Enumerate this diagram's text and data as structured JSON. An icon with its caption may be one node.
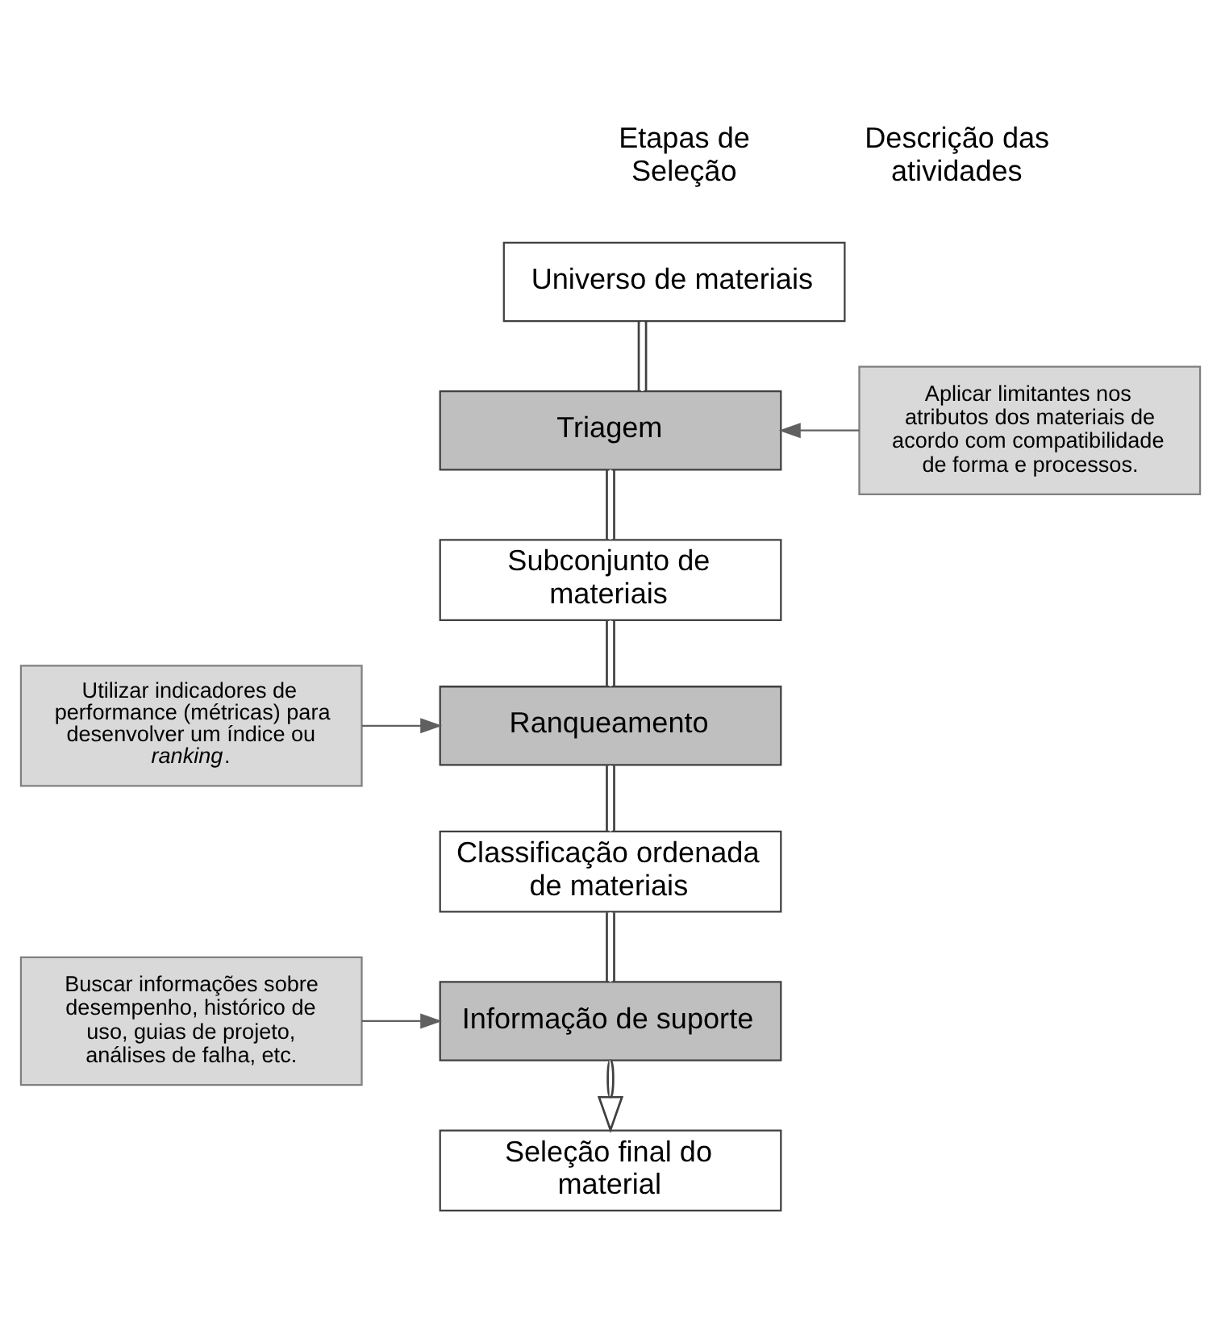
{
  "diagram": {
    "nodes": [
      {
        "text": [
          "Universo de materiais"
        ]
      },
      {
        "text": [
          "Triagem"
        ]
      },
      {
        "text": [
          "Subconjunto de materiais"
        ]
      },
      {
        "text": [
          "Ranqueamento"
        ]
      },
      {
        "text": [
          "Classificação ordenada de materiais"
        ]
      },
      {
        "text": [
          "Informação de suporte"
        ]
      },
      {
        "text": [
          "Seleção final do material"
        ]
      },
      {
        "text": [
          "Aplicar limitantes nos atributos dos materiais de acordo com compatibilidade de forma e processos."
        ]
      },
      {
        "text": [
          "Utilizar indicadores de performance (métricas) para desenvolver um índice ou *ranking*."
        ]
      },
      {
        "text": [
          "Buscar informações sobre desempenho, histórico de uso, guias de projeto, análises de falha, etc."
        ]
      }
    ],
    "edges": [
      {
        "from": 0,
        "to": 1,
        "arrow": "none"
      },
      {
        "from": 1,
        "to": 2,
        "arrow": "none"
      },
      {
        "from": 2,
        "to": 3,
        "arrow": "none"
      },
      {
        "from": 3,
        "to": 4,
        "arrow": "none"
      },
      {
        "from": 4,
        "to": 5,
        "arrow": "none"
      },
      {
        "from": 5,
        "to": 6,
        "arrow": "to"
      },
      {
        "from": 7,
        "to": 1,
        "arrow": "to",
        "color": "#606060"
      },
      {
        "from": 8,
        "to": 3,
        "arrow": "to",
        "color": "#606060"
      },
      {
        "from": 9,
        "to": 5,
        "arrow": "to",
        "color": "#606060"
      }
    ],
    "labels": [
      "Etapas de Seleção",
      "Descrição das atividades"
    ]
  }
}
